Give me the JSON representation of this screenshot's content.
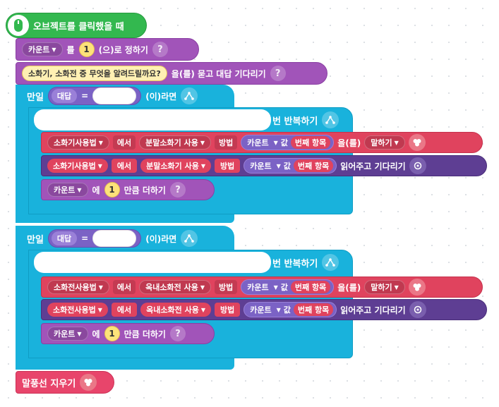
{
  "hat": {
    "label": "오브젝트를 클릭했을 때"
  },
  "set_block": {
    "var": "카운트",
    "word1": "를",
    "value": "1",
    "word2": "(으)로 정하기"
  },
  "ask_block": {
    "question": "소화기, 소화전 중 무엇을 알려드릴까요?",
    "text": "을(를) 묻고 대답 기다리기"
  },
  "if_blocks": [
    {
      "if_label": "만일",
      "answer_label": "대답",
      "eq": "=",
      "then_label": "(이)라면",
      "repeat_text": "번 반복하기",
      "say": {
        "list": "소화기사용법",
        "in": "에서",
        "field": "분말소화기 사용",
        "method": "방법",
        "counter": "카운트",
        "value_word": "값",
        "nth": "번째 항목",
        "obj": "을(를)",
        "mode": "말하기"
      },
      "read": {
        "list": "소화기사용법",
        "in": "에서",
        "field": "분말소화기 사용",
        "method": "방법",
        "counter": "카운트",
        "value_word": "값",
        "nth": "번째 항목",
        "action": "읽어주고 기다리기"
      },
      "inc": {
        "var": "카운트",
        "in": "에",
        "value": "1",
        "text": "만큼 더하기"
      }
    },
    {
      "if_label": "만일",
      "answer_label": "대답",
      "eq": "=",
      "then_label": "(이)라면",
      "repeat_text": "번 반복하기",
      "say": {
        "list": "소화전사용법",
        "in": "에서",
        "field": "옥내소화전 사용",
        "method": "방법",
        "counter": "카운트",
        "value_word": "값",
        "nth": "번째 항목",
        "obj": "을(를)",
        "mode": "말하기"
      },
      "read": {
        "list": "소화전사용법",
        "in": "에서",
        "field": "옥내소화전 사용",
        "method": "방법",
        "counter": "카운트",
        "value_word": "값",
        "nth": "번째 항목",
        "action": "읽어주고 기다리기"
      },
      "inc": {
        "var": "카운트",
        "in": "에",
        "value": "1",
        "text": "만큼 더하기"
      }
    }
  ],
  "erase": {
    "label": "말풍선 지우기"
  },
  "help": "?",
  "icons": {
    "hat": "mouse-icon",
    "flow": "flow-icon",
    "looks": "looks-icon",
    "voice": "voice-icon",
    "help": "help-icon"
  },
  "colors": {
    "hat": "#33b84f",
    "variable": "#a154b9",
    "flow": "#19b2dc",
    "looks": "#e0435e",
    "voice": "#5e3e93",
    "condition": "#7b62c5"
  }
}
